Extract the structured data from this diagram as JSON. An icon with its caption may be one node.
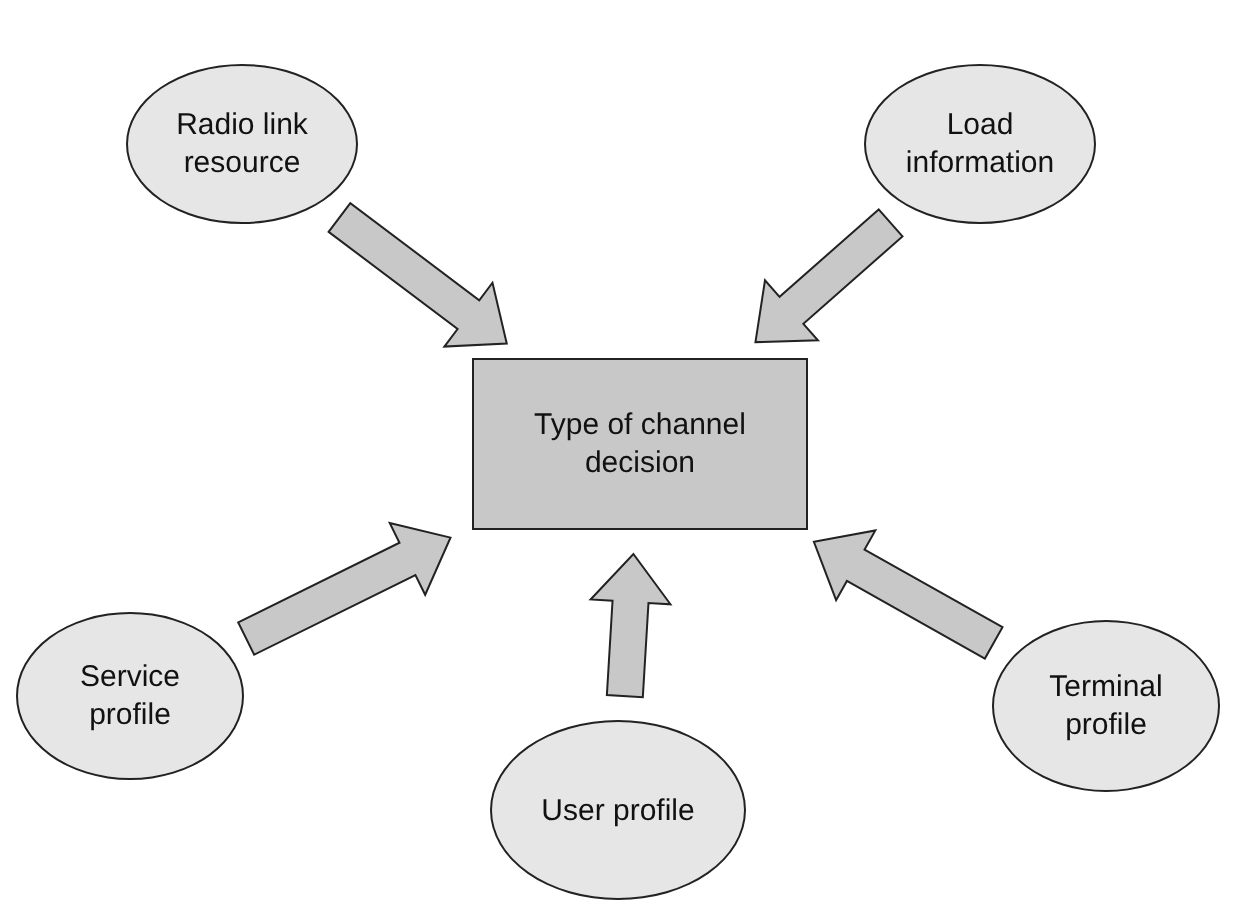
{
  "diagram": {
    "nodes": [
      {
        "text": [
          "Radio link resource"
        ]
      },
      {
        "text": [
          "Load information"
        ]
      },
      {
        "text": [
          "Type of channel decision"
        ]
      },
      {
        "text": [
          "Service profile"
        ]
      },
      {
        "text": [
          "User profile"
        ]
      },
      {
        "text": [
          "Terminal profile"
        ]
      }
    ],
    "edges": [
      {
        "from": 0,
        "to": 2,
        "arrow": "to"
      },
      {
        "from": 1,
        "to": 2,
        "arrow": "to"
      },
      {
        "from": 3,
        "to": 2,
        "arrow": "to"
      },
      {
        "from": 4,
        "to": 2,
        "arrow": "to"
      },
      {
        "from": 5,
        "to": 2,
        "arrow": "to"
      }
    ]
  }
}
